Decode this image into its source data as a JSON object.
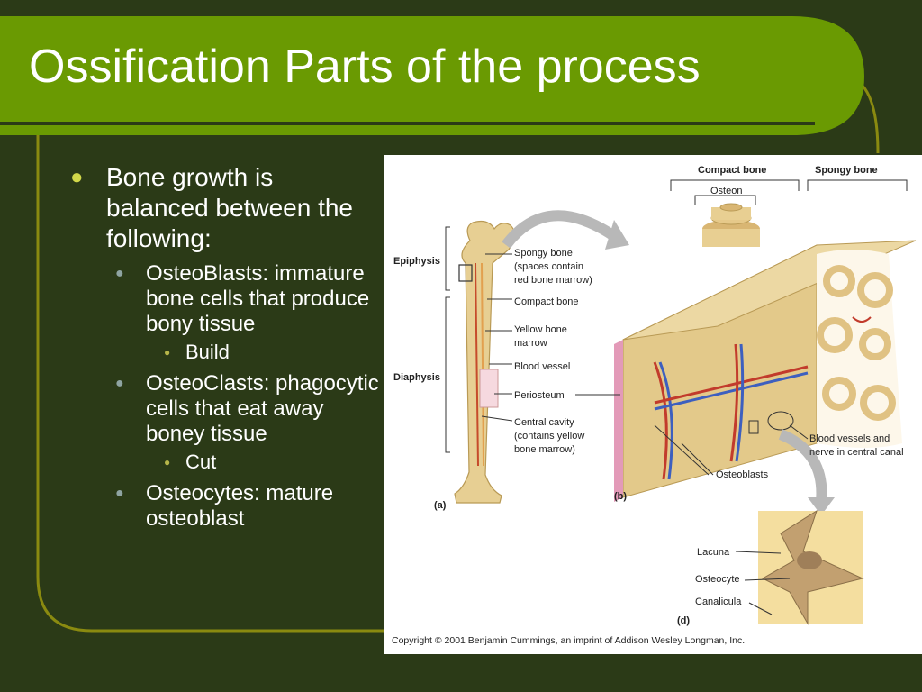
{
  "slide": {
    "title": "Ossification Parts of the process",
    "colors": {
      "background": "#2b3a17",
      "title_bar": "#6a9a02",
      "frame_line": "#8a8a10",
      "bullet_level1": "#d2d84a"
    }
  },
  "bullets": {
    "main": "Bone growth is balanced between the following:",
    "items": [
      {
        "text": "OsteoBlasts: immature bone cells that produce bony tissue",
        "sub": "Build"
      },
      {
        "text": "OsteoClasts: phagocytic cells that eat away boney tissue",
        "sub": "Cut"
      },
      {
        "text": "Osteocytes: mature osteoblast"
      }
    ]
  },
  "figure": {
    "labels": {
      "compact_bone": "Compact bone",
      "spongy_bone_header": "Spongy bone",
      "osteon": "Osteon",
      "epiphysis": "Epiphysis",
      "diaphysis": "Diaphysis",
      "spongy_bone_1": "Spongy bone",
      "spongy_bone_2": "(spaces contain",
      "spongy_bone_3": "red bone marrow)",
      "compact_bone_a": "Compact bone",
      "yellow_marrow_1": "Yellow bone",
      "yellow_marrow_2": "marrow",
      "blood_vessel": "Blood vessel",
      "periosteum": "Periosteum",
      "central_cavity_1": "Central cavity",
      "central_cavity_2": "(contains yellow",
      "central_cavity_3": "bone marrow)",
      "blood_vessels_nerve_1": "Blood vessels and",
      "blood_vessels_nerve_2": "nerve in central canal",
      "osteoblasts": "Osteoblasts",
      "lacuna": "Lacuna",
      "osteocyte": "Osteocyte",
      "canalicula": "Canalicula",
      "panel_a": "(a)",
      "panel_b": "(b)",
      "panel_d": "(d)"
    },
    "copyright": "Copyright © 2001 Benjamin Cummings, an imprint of Addison Wesley Longman, Inc."
  }
}
